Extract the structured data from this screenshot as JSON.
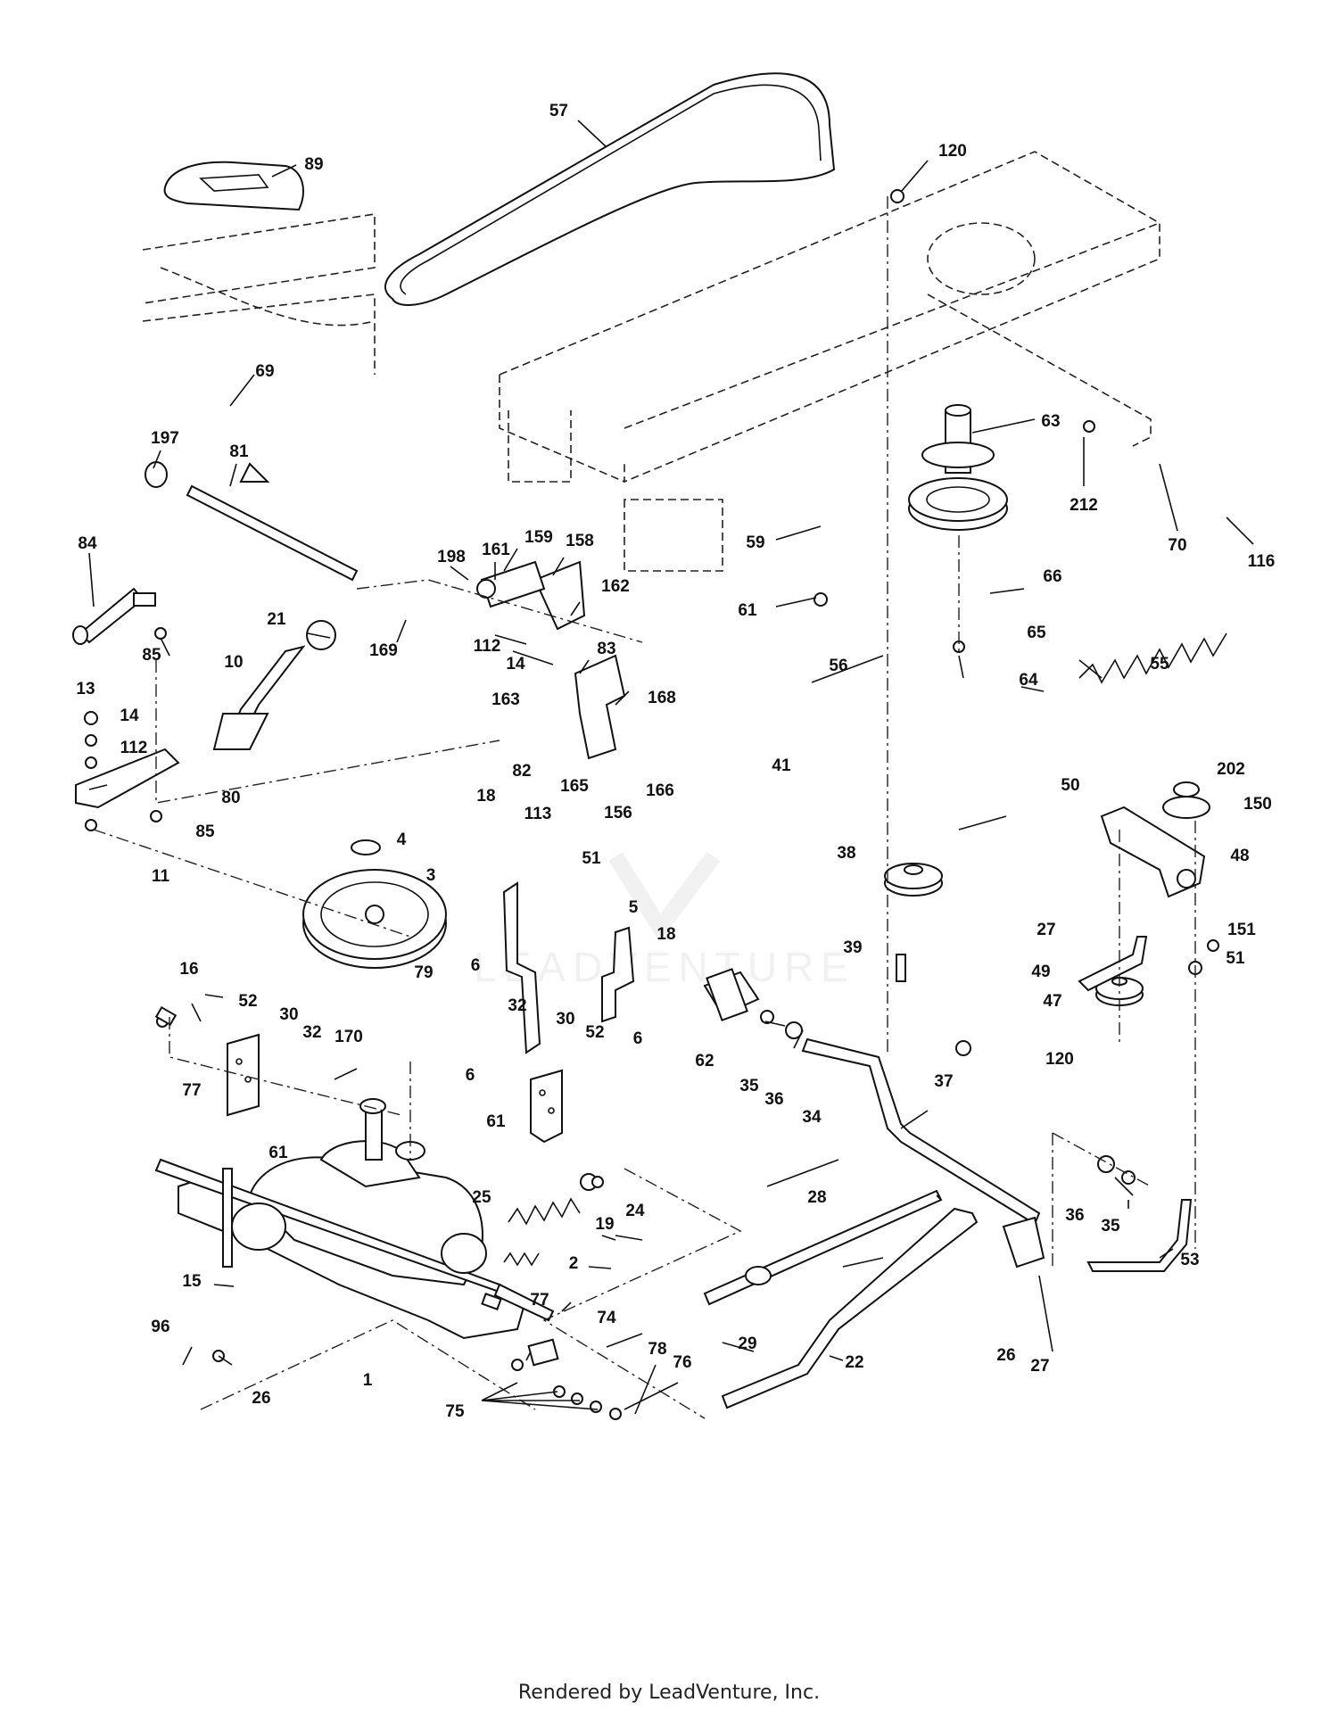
{
  "footer": {
    "text": "Rendered by LeadVenture, Inc."
  },
  "watermark": {
    "text": "LEADVENTURE"
  },
  "colors": {
    "ink": "#111111",
    "background": "#ffffff",
    "watermark": "#e6e6e6"
  },
  "callouts": [
    "57",
    "120",
    "89",
    "69",
    "197",
    "81",
    "63",
    "212",
    "70",
    "116",
    "59",
    "84",
    "198",
    "161",
    "159",
    "158",
    "162",
    "66",
    "61",
    "21",
    "85",
    "169",
    "112",
    "14",
    "83",
    "56",
    "65",
    "55",
    "10",
    "163",
    "168",
    "64",
    "13",
    "14",
    "112",
    "80",
    "85",
    "82",
    "166",
    "165",
    "156",
    "41",
    "50",
    "202",
    "150",
    "18",
    "113",
    "4",
    "51",
    "3",
    "11",
    "38",
    "48",
    "27",
    "5",
    "18",
    "151",
    "6",
    "39",
    "51",
    "16",
    "79",
    "49",
    "52",
    "30",
    "32",
    "32",
    "30",
    "52",
    "47",
    "120",
    "62",
    "35",
    "36",
    "34",
    "37",
    "170",
    "6",
    "77",
    "61",
    "61",
    "6",
    "25",
    "24",
    "19",
    "28",
    "36",
    "35",
    "53",
    "15",
    "2",
    "77",
    "29",
    "22",
    "96",
    "26",
    "74",
    "78",
    "76",
    "1",
    "75",
    "26",
    "27"
  ]
}
